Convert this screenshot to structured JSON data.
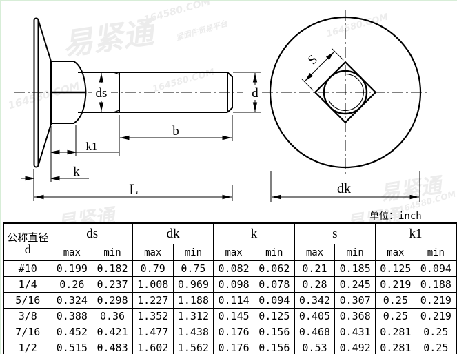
{
  "unit_label": "单位：inch",
  "watermarks": {
    "brand": "易紧通",
    "domain": "164580.COM",
    "slogan": "紧固件贸易平台"
  },
  "drawing": {
    "labels": {
      "ds": "ds",
      "d": "d",
      "b": "b",
      "k1": "k1",
      "k": "k",
      "L": "L",
      "S": "S",
      "dk": "dk"
    }
  },
  "table": {
    "row_header_title": "公称直径",
    "row_header_sub": "d",
    "col_groups": [
      "ds",
      "dk",
      "k",
      "s",
      "k1"
    ],
    "sub_headers": [
      "max",
      "min"
    ],
    "rows": [
      {
        "d": "#10",
        "values": [
          "0.199",
          "0.182",
          "0.79",
          "0.75",
          "0.082",
          "0.062",
          "0.21",
          "0.185",
          "0.125",
          "0.094"
        ]
      },
      {
        "d": "1/4",
        "values": [
          "0.26",
          "0.237",
          "1.008",
          "0.969",
          "0.098",
          "0.078",
          "0.28",
          "0.245",
          "0.219",
          "0.188"
        ]
      },
      {
        "d": "5/16",
        "values": [
          "0.324",
          "0.298",
          "1.227",
          "1.188",
          "0.114",
          "0.094",
          "0.342",
          "0.307",
          "0.25",
          "0.219"
        ]
      },
      {
        "d": "3/8",
        "values": [
          "0.388",
          "0.36",
          "1.352",
          "1.312",
          "0.145",
          "0.125",
          "0.405",
          "0.368",
          "0.25",
          "0.219"
        ]
      },
      {
        "d": "7/16",
        "values": [
          "0.452",
          "0.421",
          "1.477",
          "1.438",
          "0.176",
          "0.156",
          "0.468",
          "0.431",
          "0.281",
          "0.25"
        ]
      },
      {
        "d": "1/2",
        "values": [
          "0.515",
          "0.483",
          "1.602",
          "1.562",
          "0.176",
          "0.156",
          "0.53",
          "0.492",
          "0.281",
          "0.25"
        ]
      }
    ]
  },
  "colors": {
    "line": "#000000",
    "page_border_green": "#d7edd7",
    "watermark_gray": "#ececec"
  }
}
